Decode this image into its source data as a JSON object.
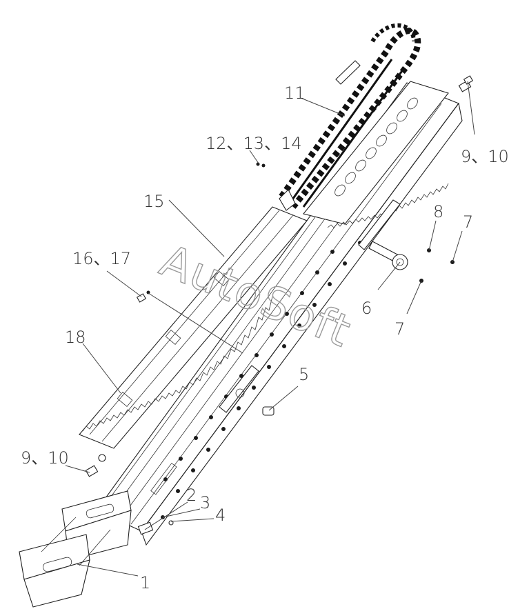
{
  "watermark": "AutoSoft",
  "callouts": {
    "c1": "1",
    "c2": "2",
    "c3": "3",
    "c4": "4",
    "c5": "5",
    "c6": "6",
    "c7a": "7",
    "c7b": "7",
    "c8": "8",
    "c9_10_right": "9、10",
    "c9_10_left": "9、10",
    "c11": "11",
    "c12_13_14": "12、13、14",
    "c15": "15",
    "c16_17": "16、17",
    "c18": "18"
  }
}
